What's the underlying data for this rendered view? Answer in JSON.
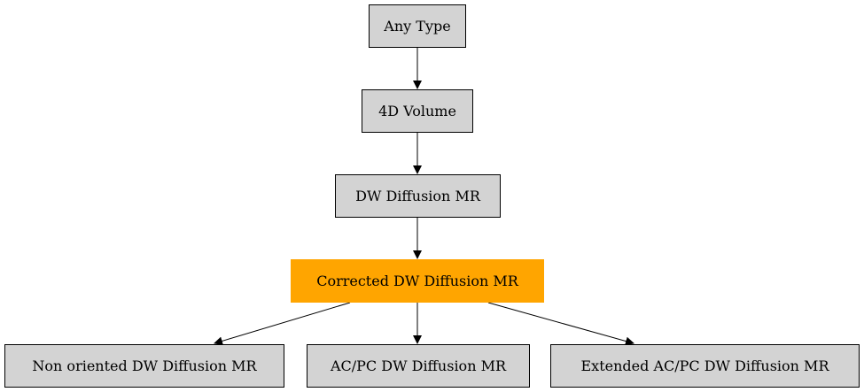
{
  "nodes": {
    "any_type": "Any Type",
    "volume_4d": "4D Volume",
    "dw_diffusion": "DW Diffusion MR",
    "corrected_dw": "Corrected DW Diffusion MR",
    "non_oriented": "Non oriented DW Diffusion MR",
    "acpc_dw": "AC/PC DW Diffusion MR",
    "extended_acpc": "Extended AC/PC DW Diffusion MR"
  },
  "edges": [
    {
      "from": "any_type",
      "to": "volume_4d"
    },
    {
      "from": "volume_4d",
      "to": "dw_diffusion"
    },
    {
      "from": "dw_diffusion",
      "to": "corrected_dw"
    },
    {
      "from": "corrected_dw",
      "to": "non_oriented"
    },
    {
      "from": "corrected_dw",
      "to": "acpc_dw"
    },
    {
      "from": "corrected_dw",
      "to": "extended_acpc"
    }
  ],
  "colors": {
    "node_fill": "#d3d3d3",
    "highlight_fill": "#ffa500",
    "stroke": "#000000"
  }
}
